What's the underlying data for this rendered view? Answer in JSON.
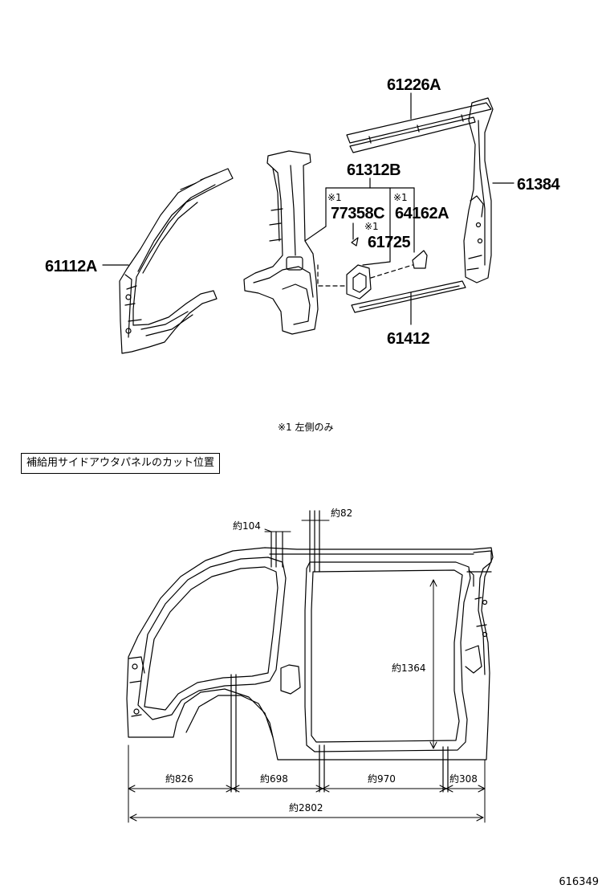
{
  "parts": {
    "p61226A": "61226A",
    "p61384": "61384",
    "p61312B": "61312B",
    "p77358C": "77358C",
    "p64162A": "64162A",
    "p61725": "61725",
    "p61112A": "61112A",
    "p61412": "61412"
  },
  "marks": {
    "m1": "※1",
    "m2": "※1",
    "m3": "※1"
  },
  "footnote": "※1 左側のみ",
  "section_label": "補給用サイドアウタパネルのカット位置",
  "dimensions": {
    "d104": "約104",
    "d82": "約82",
    "d1364": "約1364",
    "d826": "約826",
    "d698": "約698",
    "d970": "約970",
    "d308": "約308",
    "d2802": "約2802"
  },
  "reference_number": "616349"
}
